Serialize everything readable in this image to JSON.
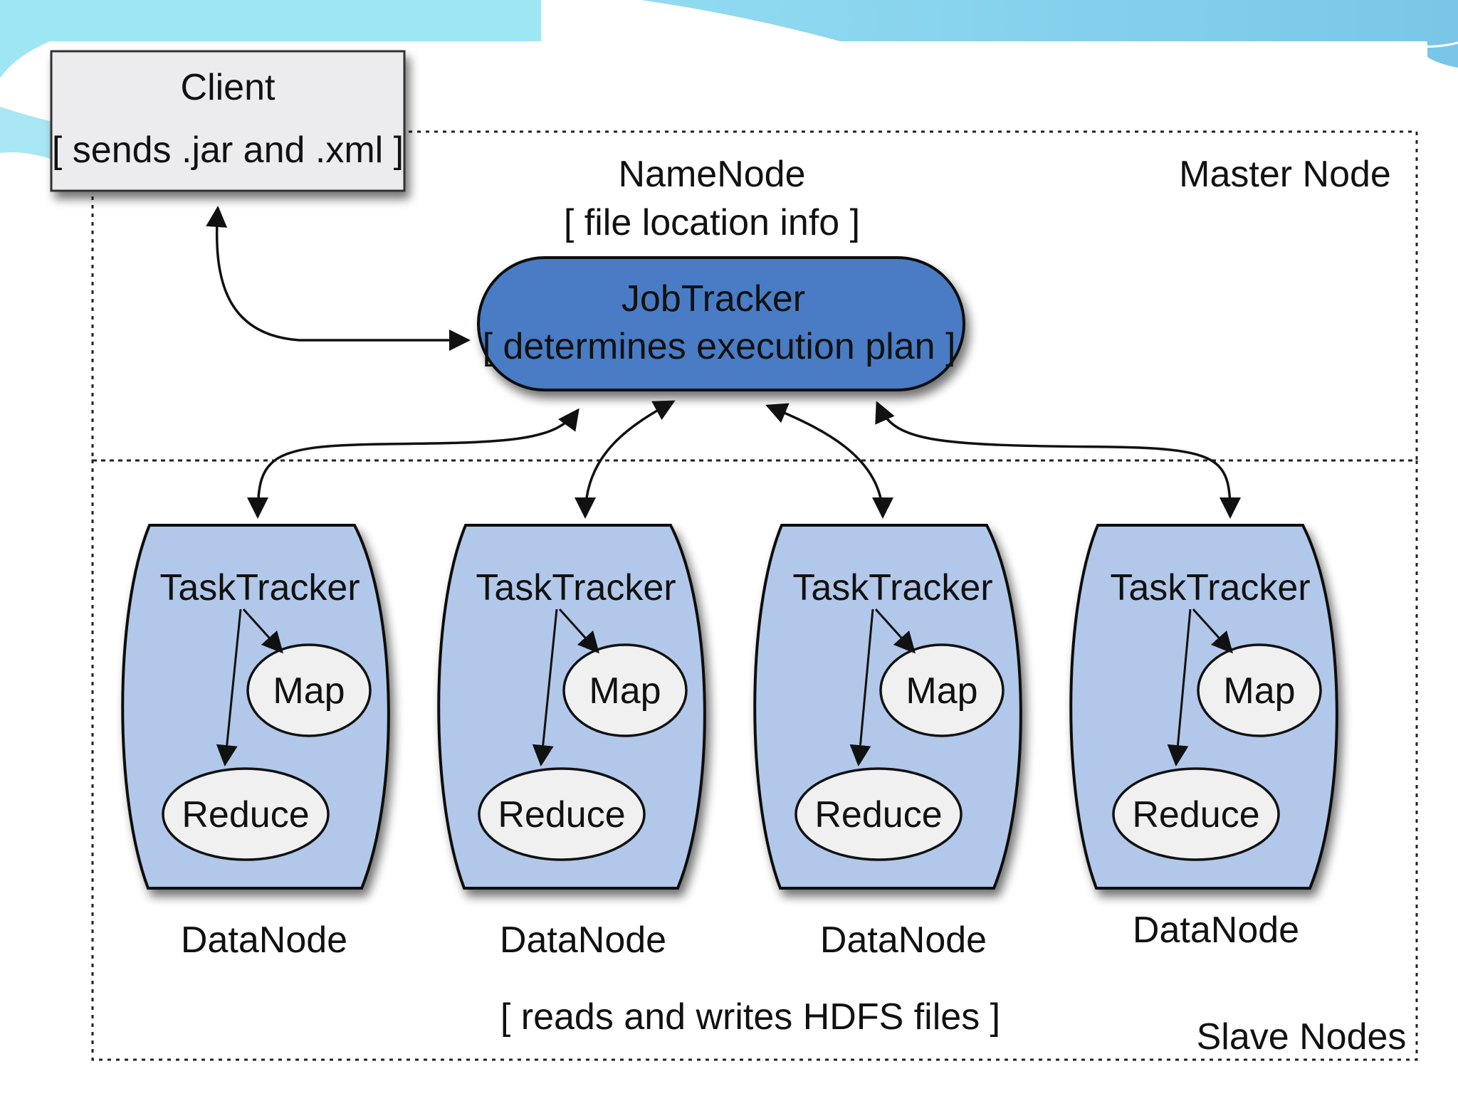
{
  "client": {
    "title": "Client",
    "subtitle": "[ sends .jar and .xml ]"
  },
  "master": {
    "label": "Master Node",
    "namenode_title": "NameNode",
    "namenode_subtitle": "[ file location info ]",
    "jobtracker_title": "JobTracker",
    "jobtracker_subtitle": "[ determines execution plan ]"
  },
  "slaves": {
    "label": "Slave Nodes",
    "footer": "[ reads and writes HDFS files ]",
    "nodes": [
      {
        "tasktracker": "TaskTracker",
        "map": "Map",
        "reduce": "Reduce",
        "datanode": "DataNode"
      },
      {
        "tasktracker": "TaskTracker",
        "map": "Map",
        "reduce": "Reduce",
        "datanode": "DataNode"
      },
      {
        "tasktracker": "TaskTracker",
        "map": "Map",
        "reduce": "Reduce",
        "datanode": "DataNode"
      },
      {
        "tasktracker": "TaskTracker",
        "map": "Map",
        "reduce": "Reduce",
        "datanode": "DataNode"
      }
    ]
  },
  "colors": {
    "jobtracker_fill": "#4a7cc4",
    "slave_fill": "#b2c8ea",
    "client_fill": "#ececee",
    "ellipse_fill": "#f0f0f0",
    "banner": "#8dd6ee"
  }
}
